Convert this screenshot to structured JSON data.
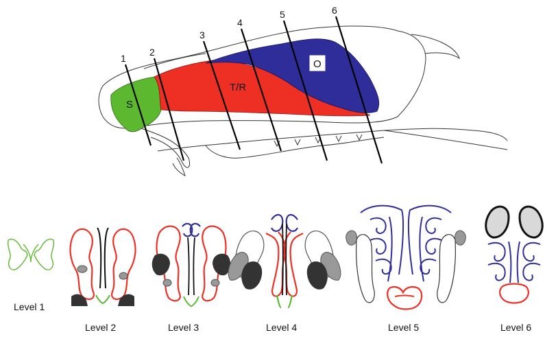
{
  "section_numbers": [
    "1",
    "2",
    "3",
    "4",
    "5",
    "6"
  ],
  "regions": [
    {
      "key": "S",
      "label": "S",
      "color": "#5cb82e"
    },
    {
      "key": "TR",
      "label": "T/R",
      "color": "#ee3024"
    },
    {
      "key": "O",
      "label": "O",
      "color": "#2e2d9a"
    }
  ],
  "levels": [
    "Level 1",
    "Level 2",
    "Level 3",
    "Level 4",
    "Level 5",
    "Level 6"
  ]
}
